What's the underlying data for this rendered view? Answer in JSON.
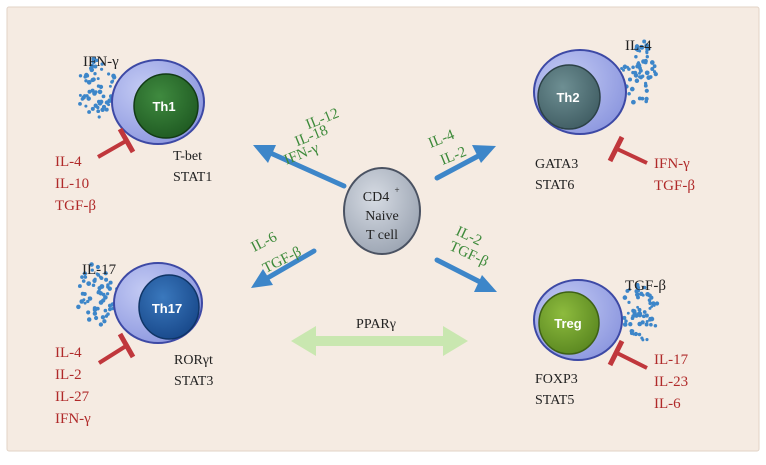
{
  "colors": {
    "panel": "#f5ebe2",
    "panel_border": "#e2d3c6",
    "green_text": "#3d8a3a",
    "red_text": "#b02a2a",
    "black_text": "#222222",
    "arrow_blue": "#3d86c9",
    "inhibit_red": "#c0373c",
    "ppar_green": "#c9e7b0",
    "cell_outer": "#9aa4e4",
    "cell_outer_edge": "#3d49a5",
    "cytokine_dot": "#3d86c9"
  },
  "center": {
    "label_line1": "CD4",
    "label_sup": "+",
    "label_line2": "Naive",
    "label_line3": "T cell"
  },
  "th1": {
    "label": "Th1",
    "cytokine": "IFN-γ",
    "tfs": [
      "T-bet",
      "STAT1"
    ],
    "inducers": [
      "IL-12",
      "IL-18",
      "IFN-γ"
    ],
    "inhibitors": [
      "IL-4",
      "IL-10",
      "TGF-β"
    ]
  },
  "th2": {
    "label": "Th2",
    "cytokine": "IL-4",
    "tfs": [
      "GATA3",
      "STAT6"
    ],
    "inducers": [
      "IL-4",
      "IL-2"
    ],
    "inhibitors": [
      "IFN-γ",
      "TGF-β"
    ]
  },
  "th17": {
    "label": "Th17",
    "cytokine": "IL-17",
    "tfs": [
      "RORγt",
      "STAT3"
    ],
    "inducers": [
      "IL-6",
      "TGF-β"
    ],
    "inhibitors": [
      "IL-4",
      "IL-2",
      "IL-27",
      "IFN-γ"
    ]
  },
  "treg": {
    "label": "Treg",
    "cytokine": "TGF-β",
    "tfs": [
      "FOXP3",
      "STAT5"
    ],
    "inducers": [
      "IL-2",
      "TGF-β"
    ],
    "inhibitors": [
      "IL-17",
      "IL-23",
      "IL-6"
    ]
  },
  "ppar": {
    "label": "PPARγ"
  },
  "icons": {
    "differentiation_arrow": "arrow-icon",
    "inhibition": "inhibition-t-bar-icon",
    "bidirectional": "double-arrow-icon"
  }
}
